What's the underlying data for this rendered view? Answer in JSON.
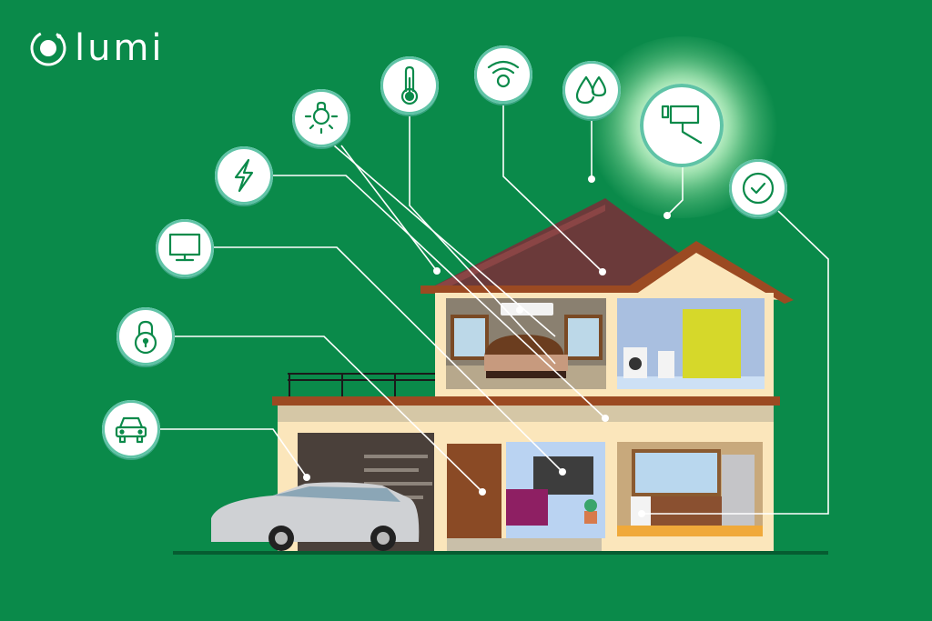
{
  "brand": {
    "name": "lumi",
    "logo_icon": "ring-dot-logo-icon",
    "background_color": "#0a8a4a",
    "accent_color": "#0b8a4a",
    "ring_color": "#5fc3a6"
  },
  "features": [
    {
      "id": "car",
      "icon": "car-icon",
      "label": "Car / garage"
    },
    {
      "id": "lock",
      "icon": "lock-icon",
      "label": "Smart lock"
    },
    {
      "id": "tv",
      "icon": "monitor-icon",
      "label": "TV / entertainment"
    },
    {
      "id": "power",
      "icon": "lightning-icon",
      "label": "Power"
    },
    {
      "id": "light",
      "icon": "light-bulb-icon",
      "label": "Lighting"
    },
    {
      "id": "temperature",
      "icon": "thermometer-icon",
      "label": "Temperature"
    },
    {
      "id": "wifi",
      "icon": "wifi-icon",
      "label": "Wi-Fi"
    },
    {
      "id": "water",
      "icon": "water-drops-icon",
      "label": "Water"
    },
    {
      "id": "camera",
      "icon": "security-camera-icon",
      "label": "Security camera",
      "highlighted": true
    },
    {
      "id": "check",
      "icon": "check-clock-icon",
      "label": "Status check"
    }
  ],
  "house": {
    "rooms": [
      "bedroom",
      "bathroom",
      "garage",
      "entrance",
      "living room",
      "kitchen"
    ]
  }
}
